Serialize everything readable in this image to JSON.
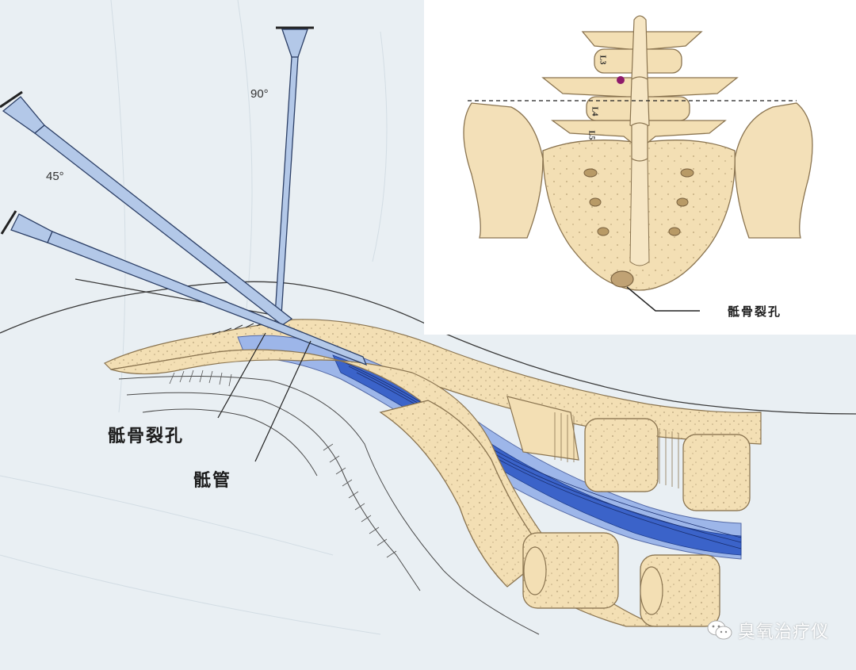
{
  "needle_angles": {
    "vertical": "90°",
    "oblique": "45°"
  },
  "labels": {
    "sacral_hiatus": "骶骨裂孔",
    "sacral_canal": "骶管"
  },
  "inset": {
    "vertebra_labels": [
      "L3",
      "L4",
      "L5"
    ],
    "hiatus_label": "骶骨裂孔"
  },
  "watermark": {
    "text": "臭氧治疗仪",
    "icon": "wechat-icon"
  },
  "colors": {
    "background": "#e9eff3",
    "bone": "#f3dfb4",
    "bone_outline": "#8a7450",
    "canal_light": "#9db6e9",
    "canal_dark": "#3b63c9",
    "needle": "#b3c8e8",
    "inset_background": "#ffffff",
    "marker": "#8e1a6b"
  }
}
